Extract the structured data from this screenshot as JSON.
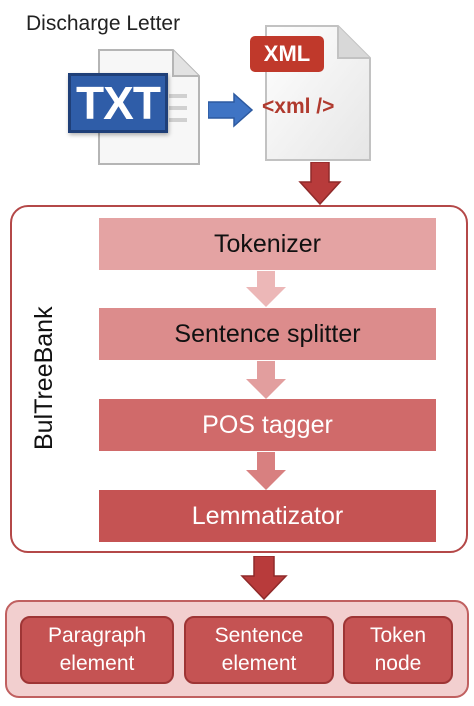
{
  "caption": "Discharge Letter",
  "input_file": {
    "label": "TXT"
  },
  "output_file": {
    "label": "XML",
    "code": "<xml />"
  },
  "pipeline": {
    "group_label": "BulTreeBank",
    "stages": [
      "Tokenizer",
      "Sentence splitter",
      "POS tagger",
      "Lemmatizator"
    ]
  },
  "outputs": {
    "items": [
      {
        "line1": "Paragraph",
        "line2": "element"
      },
      {
        "line1": "Sentence",
        "line2": "element"
      },
      {
        "line1": "Token",
        "line2": "node"
      }
    ]
  },
  "colors": {
    "arrow_blue": "#3f74c4",
    "arrow_red": "#b83b3b",
    "arrow_light": "#ecb7b7",
    "stage_shades": [
      "#e4a3a3",
      "#dc8c8c",
      "#d06a6a",
      "#c55353"
    ]
  }
}
